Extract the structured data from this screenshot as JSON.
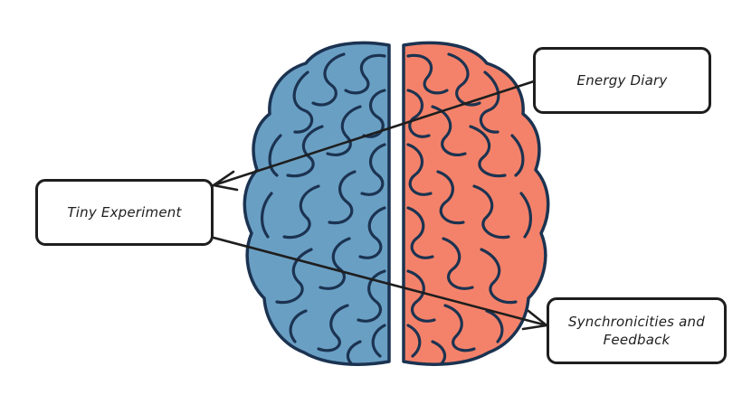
{
  "nodes": {
    "energy_diary": "Energy Diary",
    "tiny_experiment": "Tiny Experiment",
    "synchronicities": "Synchronicities and\nFeedback"
  },
  "brain": {
    "left_hemisphere_color": "#6a9fc4",
    "right_hemisphere_color": "#f4826a",
    "outline_color": "#1b3351"
  },
  "arrow_color": "#1e1e1e"
}
